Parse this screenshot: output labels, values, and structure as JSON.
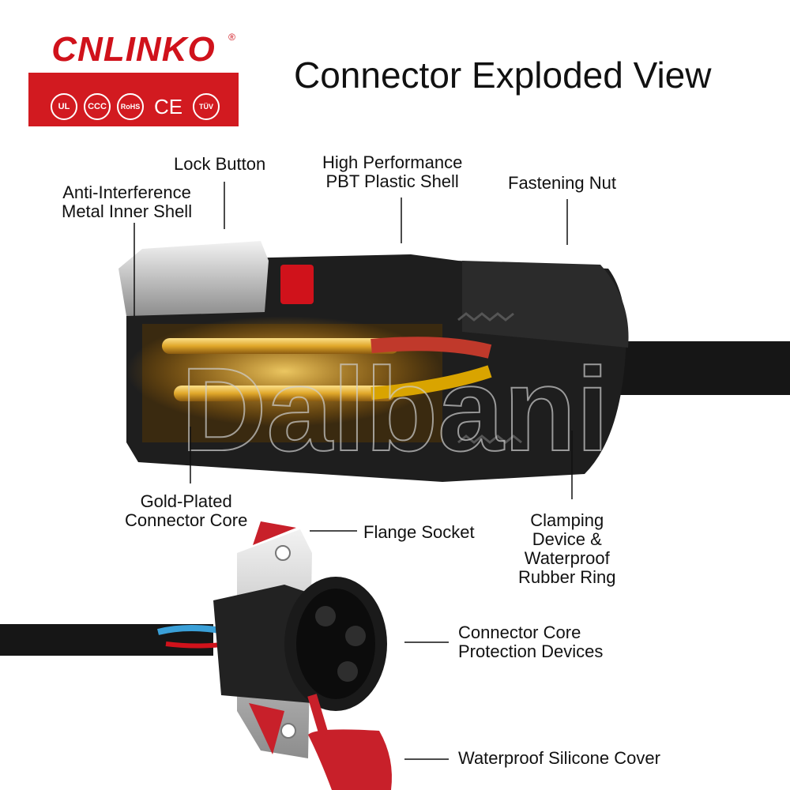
{
  "brand": {
    "name": "CNLINKO",
    "registered_mark": "®",
    "certifications": [
      "UL",
      "CCC",
      "RoHS",
      "CE",
      "TÜV"
    ]
  },
  "title": "Connector Exploded View",
  "watermark": "Dalbani",
  "labels": {
    "lock_button": "Lock Button",
    "metal_inner_shell_1": "Anti-Interference",
    "metal_inner_shell_2": "Metal Inner Shell",
    "plastic_shell_1": "High Performance",
    "plastic_shell_2": "PBT Plastic Shell",
    "fastening_nut": "Fastening Nut",
    "connector_core_1": "Gold-Plated",
    "connector_core_2": "Connector Core",
    "flange_socket": "Flange Socket",
    "clamping_1": "Clamping",
    "clamping_2": "Device &",
    "clamping_3": "Waterproof",
    "clamping_4": "Rubber Ring",
    "core_protection_1": "Connector Core",
    "core_protection_2": "Protection Devices",
    "silicone_cover": "Waterproof Silicone Cover"
  },
  "colors": {
    "brand_red": "#d21a20",
    "body_black": "#1a1a1a",
    "gold": "#e0a72a",
    "cover_red": "#c8202a"
  }
}
